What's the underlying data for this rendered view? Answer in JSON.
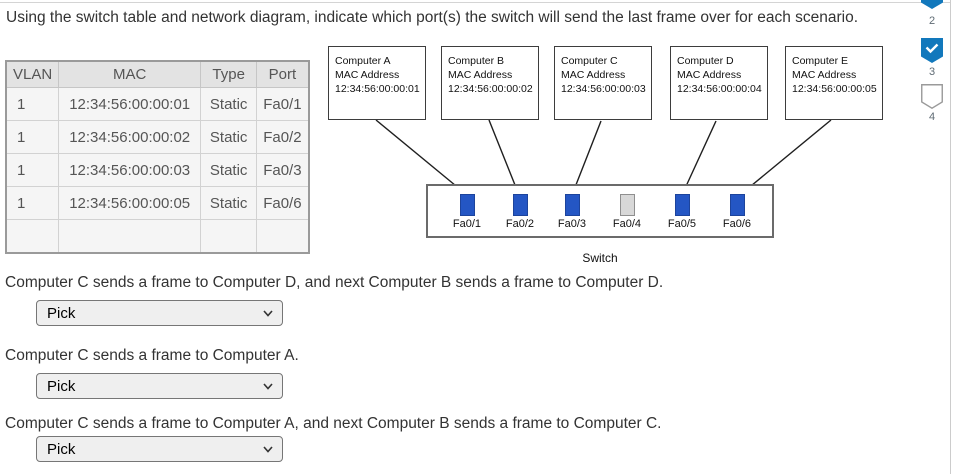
{
  "page": {
    "instruction": "Using the switch table and network diagram, indicate which port(s) the switch will send the last frame over for each scenario."
  },
  "switch_table": {
    "headers": [
      "VLAN",
      "MAC",
      "Type",
      "Port"
    ],
    "rows": [
      [
        "1",
        "12:34:56:00:00:01",
        "Static",
        "Fa0/1"
      ],
      [
        "1",
        "12:34:56:00:00:02",
        "Static",
        "Fa0/2"
      ],
      [
        "1",
        "12:34:56:00:00:03",
        "Static",
        "Fa0/3"
      ],
      [
        "1",
        "12:34:56:00:00:05",
        "Static",
        "Fa0/6"
      ],
      [
        "",
        "",
        "",
        ""
      ]
    ]
  },
  "diagram": {
    "computers": [
      {
        "name": "Computer A",
        "mac_label": "MAC Address",
        "mac": "12:34:56:00:00:01"
      },
      {
        "name": "Computer B",
        "mac_label": "MAC Address",
        "mac": "12:34:56:00:00:02"
      },
      {
        "name": "Computer C",
        "mac_label": "MAC Address",
        "mac": "12:34:56:00:00:03"
      },
      {
        "name": "Computer D",
        "mac_label": "MAC Address",
        "mac": "12:34:56:00:00:04"
      },
      {
        "name": "Computer E",
        "mac_label": "MAC Address",
        "mac": "12:34:56:00:00:05"
      }
    ],
    "ports": [
      {
        "label": "Fa0/1",
        "connected": true
      },
      {
        "label": "Fa0/2",
        "connected": true
      },
      {
        "label": "Fa0/3",
        "connected": true
      },
      {
        "label": "Fa0/4",
        "connected": false
      },
      {
        "label": "Fa0/5",
        "connected": true
      },
      {
        "label": "Fa0/6",
        "connected": true
      }
    ],
    "switch_label": "Switch",
    "colors": {
      "port_active": "#2456c4",
      "port_inactive": "#d8d8d8",
      "line": "#1f1f1f"
    }
  },
  "questions": [
    {
      "prompt": "Computer C sends a frame to Computer D, and next Computer B sends a frame to Computer D.",
      "dropdown_value": "Pick"
    },
    {
      "prompt": "Computer C sends a frame to Computer A.",
      "dropdown_value": "Pick"
    },
    {
      "prompt": "Computer C sends a frame to Computer A, and next Computer B sends a frame to Computer C.",
      "dropdown_value": "Pick"
    }
  ],
  "progress_rail": {
    "badge_color": "#1278bc",
    "items": [
      {
        "label": "2",
        "checked": true
      },
      {
        "label": "3",
        "checked": true
      },
      {
        "label": "4",
        "checked": false
      }
    ]
  }
}
